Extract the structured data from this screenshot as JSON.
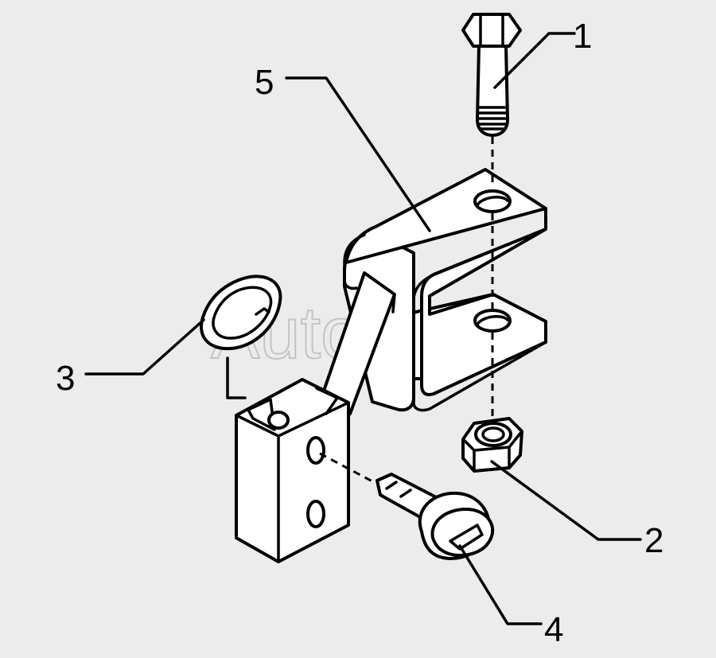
{
  "callouts": [
    {
      "id": "1",
      "label": "1"
    },
    {
      "id": "2",
      "label": "2"
    },
    {
      "id": "3",
      "label": "3"
    },
    {
      "id": "4",
      "label": "4"
    },
    {
      "id": "5",
      "label": "5"
    }
  ],
  "watermark": "AutoSoft",
  "colors": {
    "background": "#ececec",
    "line": "#000000",
    "fill": "#ffffff",
    "watermark": "#c4c4c4"
  }
}
